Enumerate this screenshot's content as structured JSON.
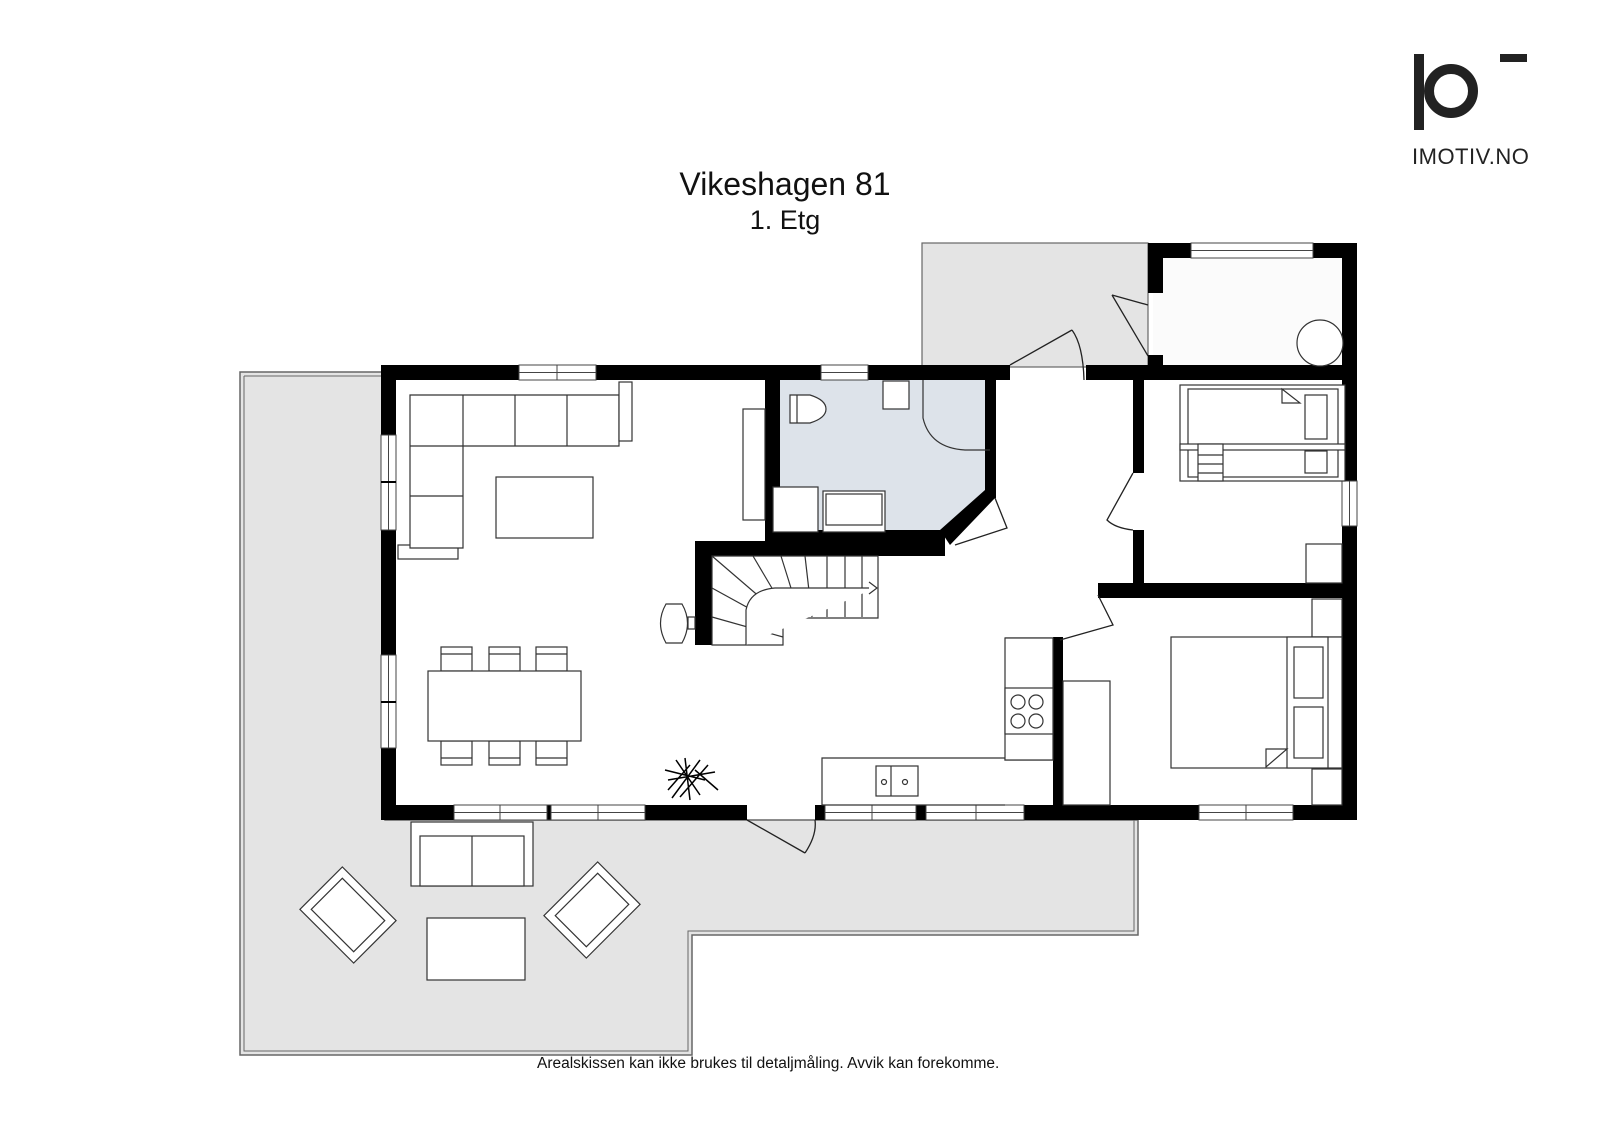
{
  "header": {
    "title": "Vikeshagen 81",
    "floor": "1. Etg"
  },
  "logo": {
    "brand": "IMOTIV.NO",
    "icon": "imotiv-logo-icon"
  },
  "footer": {
    "disclaimer": "Arealskissen kan ikke brukes til detaljmåling. Avvik kan forekomme."
  },
  "plan": {
    "rooms": [
      {
        "name": "living-room",
        "furniture": [
          "corner-sofa",
          "coffee-table",
          "tv-bench"
        ]
      },
      {
        "name": "dining-area",
        "furniture": [
          "dining-table",
          "chair",
          "chair",
          "chair",
          "chair",
          "chair",
          "chair",
          "plant"
        ]
      },
      {
        "name": "bathroom",
        "furniture": [
          "toilet",
          "sink",
          "shower",
          "washing-machine"
        ]
      },
      {
        "name": "hallway-staircase",
        "furniture": [
          "staircase",
          "stool"
        ]
      },
      {
        "name": "kitchen",
        "furniture": [
          "stove",
          "double-sink",
          "counter"
        ]
      },
      {
        "name": "bedroom-bunk",
        "furniture": [
          "bunk-bed",
          "desk"
        ]
      },
      {
        "name": "bedroom-main",
        "furniture": [
          "double-bed",
          "nightstand",
          "nightstand",
          "wardrobe"
        ]
      },
      {
        "name": "storage-room",
        "furniture": [
          "water-heater"
        ]
      },
      {
        "name": "entrance-porch",
        "furniture": []
      },
      {
        "name": "terrace",
        "furniture": [
          "sofa",
          "armchair",
          "armchair",
          "table"
        ]
      }
    ],
    "colors": {
      "wall": "#000000",
      "terrace": "#e4e4e4",
      "bathroom": "#dde3ea",
      "floor": "#ffffff"
    }
  }
}
